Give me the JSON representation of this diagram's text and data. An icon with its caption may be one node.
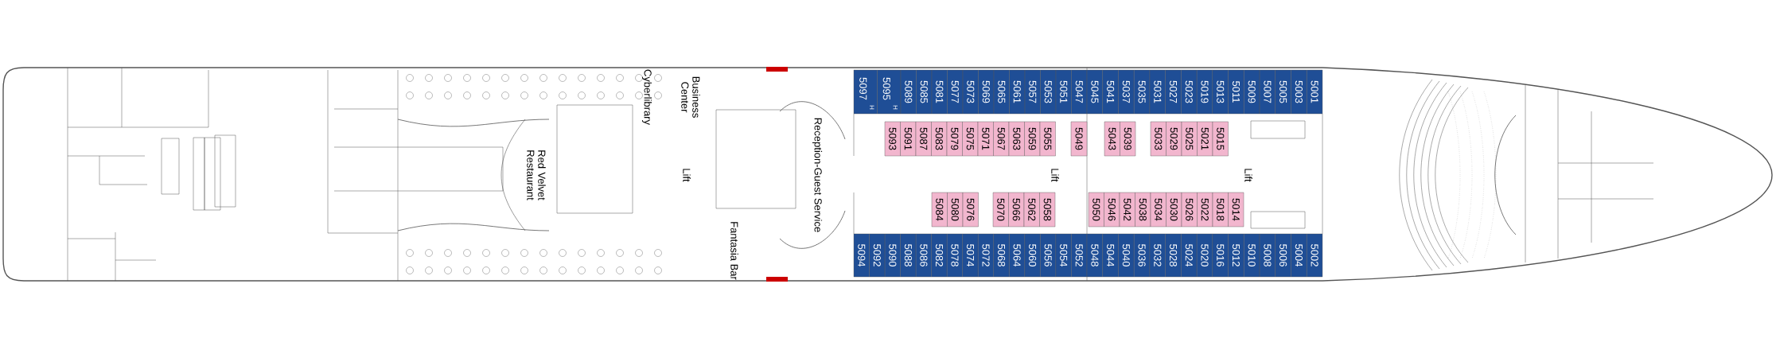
{
  "diagram": {
    "nodes": [
      {
        "text": [
          "5097",
          "H"
        ]
      },
      {
        "text": [
          "5095",
          "H"
        ]
      },
      {
        "text": [
          "5089"
        ]
      },
      {
        "text": [
          "5085"
        ]
      },
      {
        "text": [
          "5081"
        ]
      },
      {
        "text": [
          "5077"
        ]
      },
      {
        "text": [
          "5073"
        ]
      },
      {
        "text": [
          "5069"
        ]
      },
      {
        "text": [
          "5065"
        ]
      },
      {
        "text": [
          "5061"
        ]
      },
      {
        "text": [
          "5057"
        ]
      },
      {
        "text": [
          "5053"
        ]
      },
      {
        "text": [
          "5051"
        ]
      },
      {
        "text": [
          "5047"
        ]
      },
      {
        "text": [
          "5045"
        ]
      },
      {
        "text": [
          "5041"
        ]
      },
      {
        "text": [
          "5037"
        ]
      },
      {
        "text": [
          "5035"
        ]
      },
      {
        "text": [
          "5031"
        ]
      },
      {
        "text": [
          "5027"
        ]
      },
      {
        "text": [
          "5023"
        ]
      },
      {
        "text": [
          "5019"
        ]
      },
      {
        "text": [
          "5013"
        ]
      },
      {
        "text": [
          "5011"
        ]
      },
      {
        "text": [
          "5009"
        ]
      },
      {
        "text": [
          "5007"
        ]
      },
      {
        "text": [
          "5005"
        ]
      },
      {
        "text": [
          "5003"
        ]
      },
      {
        "text": [
          "5001"
        ]
      },
      {
        "text": [
          "5093"
        ]
      },
      {
        "text": [
          "5091"
        ]
      },
      {
        "text": [
          "5087"
        ]
      },
      {
        "text": [
          "5083"
        ]
      },
      {
        "text": [
          "5079"
        ]
      },
      {
        "text": [
          "5075"
        ]
      },
      {
        "text": [
          "5071"
        ]
      },
      {
        "text": [
          "5067"
        ]
      },
      {
        "text": [
          "5063"
        ]
      },
      {
        "text": [
          "5059"
        ]
      },
      {
        "text": [
          "5055"
        ]
      },
      {
        "text": [
          "5049"
        ]
      },
      {
        "text": [
          "5043"
        ]
      },
      {
        "text": [
          "5039"
        ]
      },
      {
        "text": [
          "5033"
        ]
      },
      {
        "text": [
          "5029"
        ]
      },
      {
        "text": [
          "5025"
        ]
      },
      {
        "text": [
          "5021"
        ]
      },
      {
        "text": [
          "5015"
        ]
      },
      {
        "text": [
          "5084"
        ]
      },
      {
        "text": [
          "5080"
        ]
      },
      {
        "text": [
          "5076"
        ]
      },
      {
        "text": [
          "5070"
        ]
      },
      {
        "text": [
          "5066"
        ]
      },
      {
        "text": [
          "5062"
        ]
      },
      {
        "text": [
          "5058"
        ]
      },
      {
        "text": [
          "5050"
        ]
      },
      {
        "text": [
          "5046"
        ]
      },
      {
        "text": [
          "5042"
        ]
      },
      {
        "text": [
          "5038"
        ]
      },
      {
        "text": [
          "5034"
        ]
      },
      {
        "text": [
          "5030"
        ]
      },
      {
        "text": [
          "5026"
        ]
      },
      {
        "text": [
          "5022"
        ]
      },
      {
        "text": [
          "5018"
        ]
      },
      {
        "text": [
          "5014"
        ]
      },
      {
        "text": [
          "5094"
        ]
      },
      {
        "text": [
          "5092"
        ]
      },
      {
        "text": [
          "5090"
        ]
      },
      {
        "text": [
          "5088"
        ]
      },
      {
        "text": [
          "5086"
        ]
      },
      {
        "text": [
          "5082"
        ]
      },
      {
        "text": [
          "5078"
        ]
      },
      {
        "text": [
          "5074"
        ]
      },
      {
        "text": [
          "5072"
        ]
      },
      {
        "text": [
          "5068"
        ]
      },
      {
        "text": [
          "5064"
        ]
      },
      {
        "text": [
          "5060"
        ]
      },
      {
        "text": [
          "5056"
        ]
      },
      {
        "text": [
          "5054"
        ]
      },
      {
        "text": [
          "5052"
        ]
      },
      {
        "text": [
          "5048"
        ]
      },
      {
        "text": [
          "5044"
        ]
      },
      {
        "text": [
          "5040"
        ]
      },
      {
        "text": [
          "5036"
        ]
      },
      {
        "text": [
          "5032"
        ]
      },
      {
        "text": [
          "5028"
        ]
      },
      {
        "text": [
          "5024"
        ]
      },
      {
        "text": [
          "5020"
        ]
      },
      {
        "text": [
          "5016"
        ]
      },
      {
        "text": [
          "5012"
        ]
      },
      {
        "text": [
          "5010"
        ]
      },
      {
        "text": [
          "5008"
        ]
      },
      {
        "text": [
          "5006"
        ]
      },
      {
        "text": [
          "5004"
        ]
      },
      {
        "text": [
          "5002"
        ]
      }
    ],
    "labels": [
      "Red Velvet Restaurant",
      "Cyberlibrary",
      "Lift",
      "Business Center",
      "Fantasia Bar",
      "Reception-Guest Service",
      "Lift",
      "Lift"
    ]
  }
}
